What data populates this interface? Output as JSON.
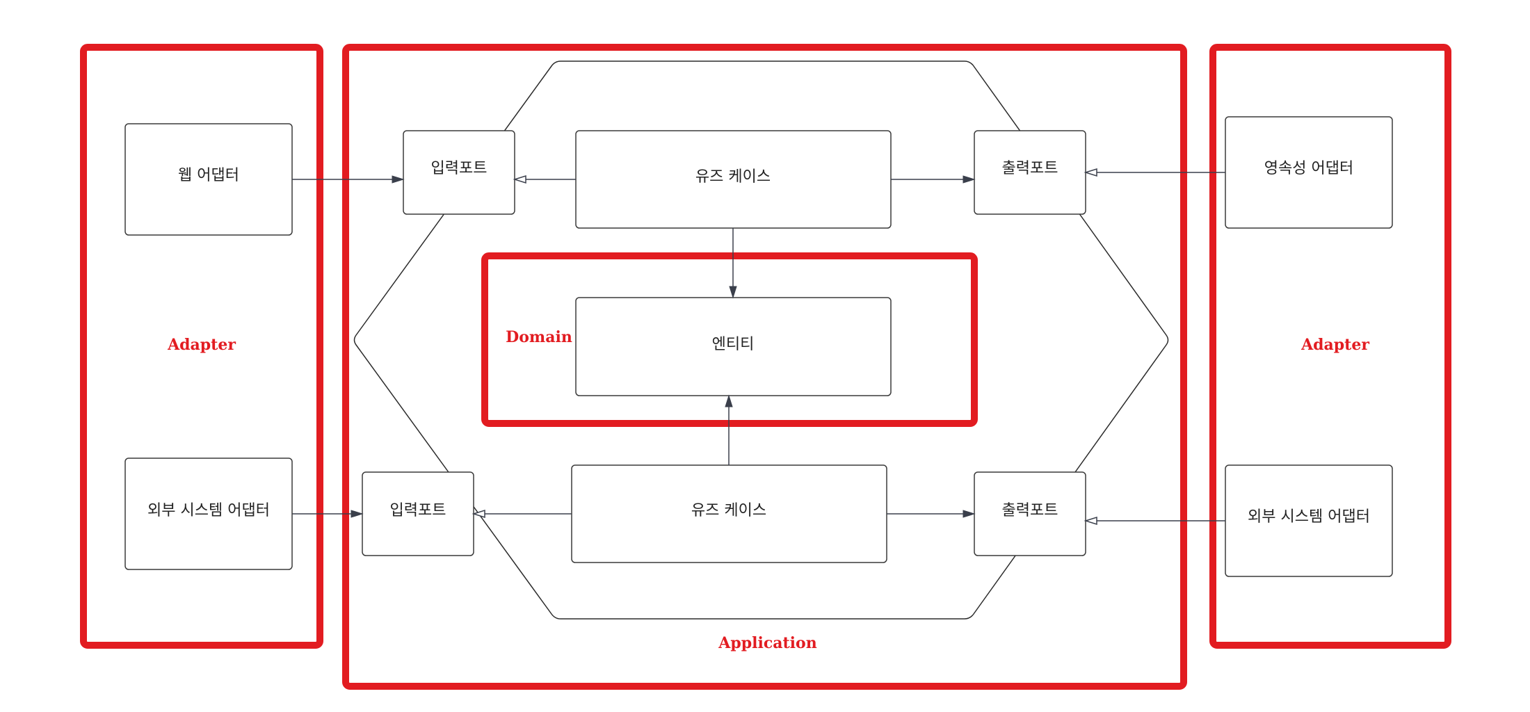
{
  "colors": {
    "frame": "#e21c21",
    "edge": "#3a3f4b",
    "node_border": "#3a3a3a"
  },
  "layers": {
    "left_adapter": "Adapter",
    "application": "Application",
    "domain": "Domain",
    "right_adapter": "Adapter"
  },
  "nodes": {
    "web_adapter": "웹 어댑터",
    "external_adapter_left": "외부 시스템 어댑터",
    "input_port_top": "입력포트",
    "use_case_top": "유즈 케이스",
    "output_port_top": "출력포트",
    "entity": "엔티티",
    "input_port_bottom": "입력포트",
    "use_case_bottom": "유즈 케이스",
    "output_port_bottom": "출력포트",
    "persistence_adapter": "영속성 어댑터",
    "external_adapter_right": "외부 시스템 어댑터"
  },
  "edges": [
    {
      "from": "web_adapter",
      "to": "input_port_top",
      "head": "filled"
    },
    {
      "from": "use_case_top",
      "to": "input_port_top",
      "head": "open"
    },
    {
      "from": "use_case_top",
      "to": "output_port_top",
      "head": "filled"
    },
    {
      "from": "persistence_adapter",
      "to": "output_port_top",
      "head": "open"
    },
    {
      "from": "use_case_top",
      "to": "entity",
      "head": "filled"
    },
    {
      "from": "use_case_bottom",
      "to": "entity",
      "head": "filled"
    },
    {
      "from": "external_adapter_left",
      "to": "input_port_bottom",
      "head": "filled"
    },
    {
      "from": "use_case_bottom",
      "to": "input_port_bottom",
      "head": "open"
    },
    {
      "from": "use_case_bottom",
      "to": "output_port_bottom",
      "head": "filled"
    },
    {
      "from": "external_adapter_right",
      "to": "output_port_bottom",
      "head": "open"
    }
  ]
}
